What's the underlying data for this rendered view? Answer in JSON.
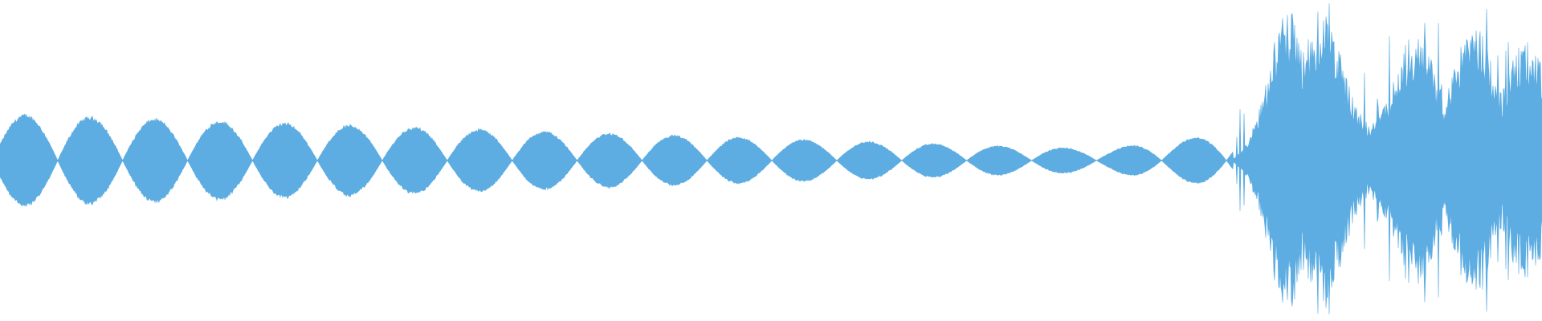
{
  "waveform": {
    "color": "#5dade2",
    "background": "#ffffff",
    "envelope": {
      "beat_section": {
        "lobes": 19,
        "start_amplitude": 0.3,
        "end_amplitude": 0.08,
        "ends_at": 0.8
      },
      "burst_section": {
        "peak_amplitude": 1.0,
        "pulses": [
          {
            "center": 0.835,
            "amplitude": 0.95
          },
          {
            "center": 0.858,
            "amplitude": 0.98
          },
          {
            "center": 0.918,
            "amplitude": 0.8
          },
          {
            "center": 0.956,
            "amplitude": 0.85
          },
          {
            "center": 0.99,
            "amplitude": 0.72
          }
        ]
      }
    }
  }
}
